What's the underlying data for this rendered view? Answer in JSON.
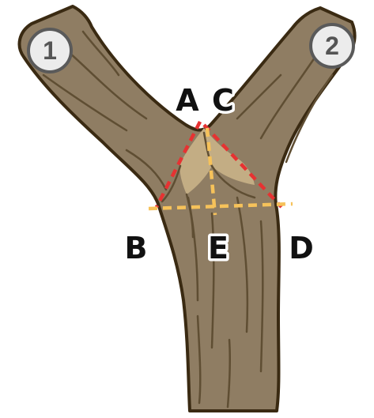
{
  "branch_numbers": [
    "1",
    "2"
  ],
  "points": {
    "a": "A",
    "c": "C",
    "b": "B",
    "e": "E",
    "d": "D"
  },
  "colors": {
    "bark_fill": "#8f7d63",
    "bark_outline": "#3a2a12",
    "bark_line": "#5f4e33",
    "branch_collar": "#c3ad84",
    "red_dash": "#e63232",
    "yellow_dash": "#f6c25a",
    "circle_fill": "#ececec",
    "circle_stroke": "#5a5a5a"
  }
}
